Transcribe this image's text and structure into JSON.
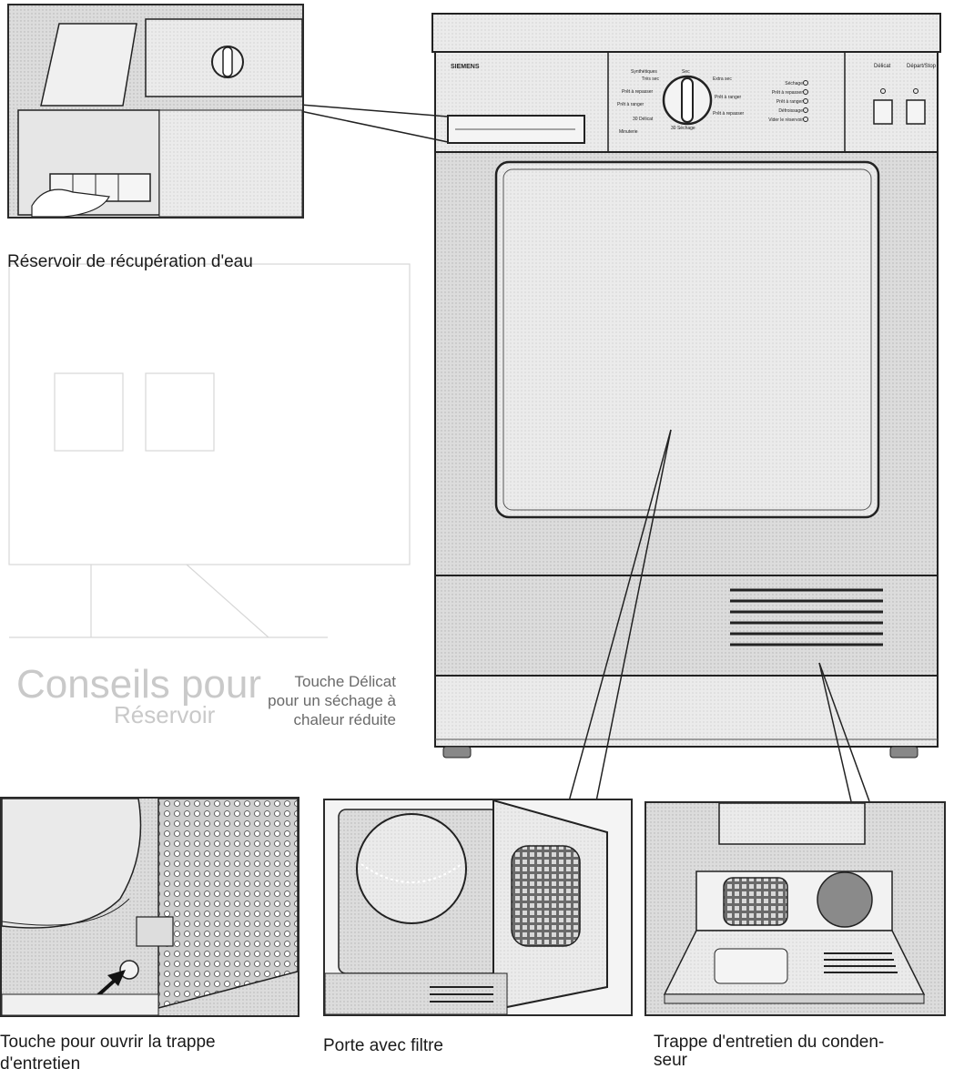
{
  "machine": {
    "brand": "SIEMENS",
    "dial_labels": [
      "Synthétiques",
      "Très sec",
      "Sec",
      "Extra sec",
      "Prêt à repasser",
      "Prêt à ranger",
      "Prêt à ranger",
      "Prêt à repasser",
      "30 Délicat",
      "30 Séchage",
      "Minuterie"
    ],
    "indicator_labels": [
      "Séchage",
      "Prêt à repasser",
      "Prêt à ranger",
      "Défroissage",
      "Vider le réservoir"
    ],
    "button_labels": [
      "Délicat",
      "Départ/Stop"
    ]
  },
  "captions": {
    "water_tank": "Réservoir de récupération d'eau",
    "service_hatch_key_line1": "Touche pour ouvrir la trappe",
    "service_hatch_key_line2": "d'entretien",
    "door_filter": "Porte avec filtre",
    "condenser_hatch_line1": "Trappe d'entretien du conden-",
    "condenser_hatch_line2": "seur"
  },
  "bleed_text": {
    "key_delicate_line1": "Touche Délicat",
    "key_delicate_line2": "pour un séchage à",
    "key_delicate_line3": "chaleur réduite",
    "heading_fragment": "Conseils pour",
    "heading_fragment2": "Réservoir"
  },
  "colors": {
    "ink": "#1a1a1a",
    "panel_gray": "#d6d6d6",
    "ghost_gray": "#c9c9c9"
  }
}
